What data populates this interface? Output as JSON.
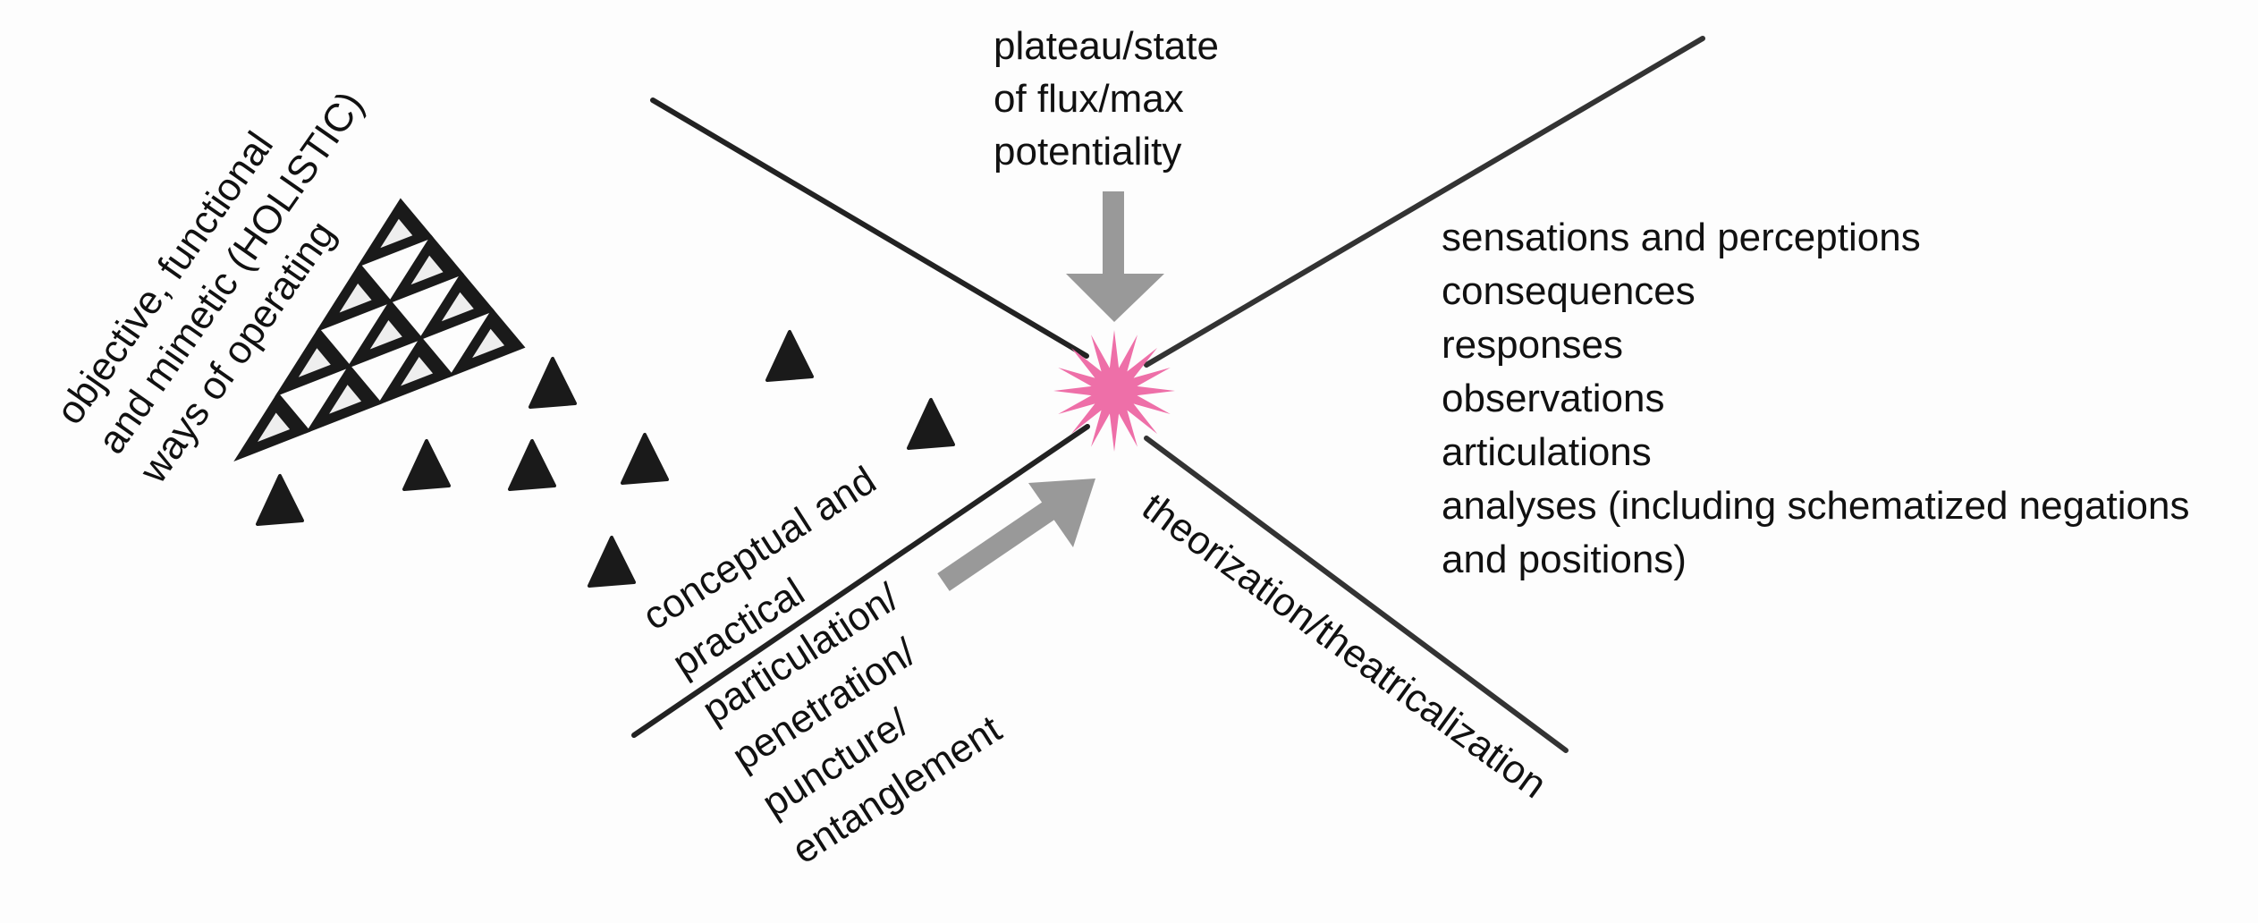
{
  "colors": {
    "ink": "#1a1a1a",
    "arrow": "#999999",
    "burst": "#ee6fa8",
    "background": "#fdfdfd"
  },
  "top_label": {
    "lines": [
      "plateau/state",
      "of flux/max",
      "potentiality"
    ]
  },
  "left_label": {
    "lines": [
      "objective, functional",
      "and mimetic (HOLISTIC)",
      "ways of operating"
    ]
  },
  "lower_left_label": {
    "lines": [
      "conceptual and",
      "practical",
      "particulation/",
      "penetration/",
      "puncture/",
      "entanglement"
    ]
  },
  "lower_right_label": "theorization/theatricalization",
  "right_list": {
    "items": [
      "sensations and perceptions",
      "consequences",
      "responses",
      "observations",
      "articulations",
      "analyses (including schematized negations",
      "and positions)"
    ]
  },
  "icons": {
    "center": "pink-starburst-icon",
    "arrows": "gray-arrow-icon",
    "shapes": "hand-drawn-triangle-icon"
  }
}
